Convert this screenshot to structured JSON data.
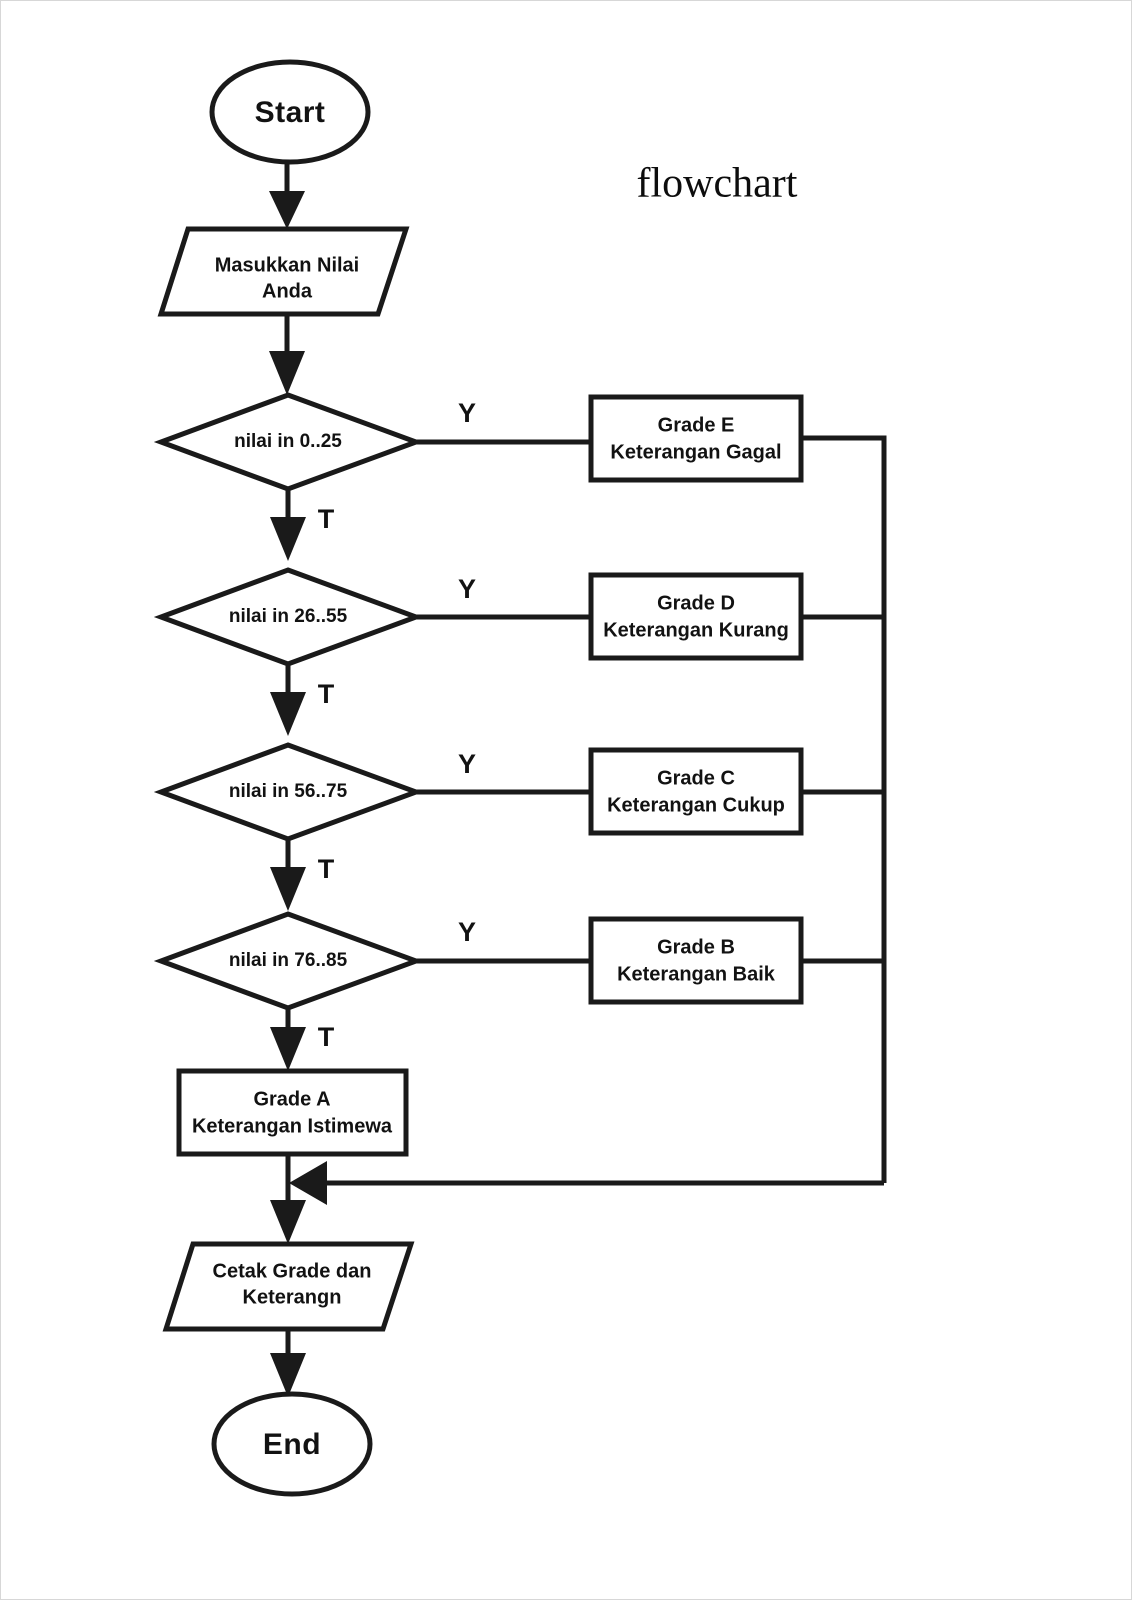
{
  "page": {
    "title": "flowchart",
    "background_color": "#ffffff",
    "line_color": "#1a1a1a",
    "text_color": "#121212",
    "border_color": "#d7d7d7"
  },
  "chart_data": {
    "type": "diagram",
    "diagram_kind": "flowchart",
    "title": "flowchart",
    "nodes": [
      {
        "id": "start",
        "kind": "terminator",
        "label": "Start"
      },
      {
        "id": "input",
        "kind": "input-output",
        "label_line1": "Masukkan Nilai",
        "label_line2": "Anda"
      },
      {
        "id": "dec-e",
        "kind": "decision",
        "label": "nilai in 0..25"
      },
      {
        "id": "dec-d",
        "kind": "decision",
        "label": "nilai in 26..55"
      },
      {
        "id": "dec-c",
        "kind": "decision",
        "label": "nilai in 56..75"
      },
      {
        "id": "dec-b",
        "kind": "decision",
        "label": "nilai in 76..85"
      },
      {
        "id": "grade-e",
        "kind": "process",
        "label_line1": "Grade E",
        "label_line2": "Keterangan Gagal"
      },
      {
        "id": "grade-d",
        "kind": "process",
        "label_line1": "Grade D",
        "label_line2": "Keterangan Kurang"
      },
      {
        "id": "grade-c",
        "kind": "process",
        "label_line1": "Grade C",
        "label_line2": "Keterangan Cukup"
      },
      {
        "id": "grade-b",
        "kind": "process",
        "label_line1": "Grade B",
        "label_line2": "Keterangan Baik"
      },
      {
        "id": "grade-a",
        "kind": "process",
        "label_line1": "Grade A",
        "label_line2": "Keterangan Istimewa"
      },
      {
        "id": "output",
        "kind": "input-output",
        "label_line1": "Cetak Grade dan",
        "label_line2": "Keterangn"
      },
      {
        "id": "end",
        "kind": "terminator",
        "label": "End"
      }
    ],
    "branch_labels": {
      "yes": "Y",
      "no": "T"
    },
    "edges": [
      {
        "from": "start",
        "to": "input",
        "label": ""
      },
      {
        "from": "input",
        "to": "dec-e",
        "label": ""
      },
      {
        "from": "dec-e",
        "to": "grade-e",
        "label": "Y"
      },
      {
        "from": "dec-e",
        "to": "dec-d",
        "label": "T"
      },
      {
        "from": "dec-d",
        "to": "grade-d",
        "label": "Y"
      },
      {
        "from": "dec-d",
        "to": "dec-c",
        "label": "T"
      },
      {
        "from": "dec-c",
        "to": "grade-c",
        "label": "Y"
      },
      {
        "from": "dec-c",
        "to": "dec-b",
        "label": "T"
      },
      {
        "from": "dec-b",
        "to": "grade-b",
        "label": "Y"
      },
      {
        "from": "dec-b",
        "to": "grade-a",
        "label": "T"
      },
      {
        "from": "grade-e",
        "to": "output",
        "label": ""
      },
      {
        "from": "grade-d",
        "to": "output",
        "label": ""
      },
      {
        "from": "grade-c",
        "to": "output",
        "label": ""
      },
      {
        "from": "grade-b",
        "to": "output",
        "label": ""
      },
      {
        "from": "grade-a",
        "to": "output",
        "label": ""
      },
      {
        "from": "output",
        "to": "end",
        "label": ""
      }
    ]
  },
  "labels": {
    "start": "Start",
    "input_l1": "Masukkan Nilai",
    "input_l2": "Anda",
    "dec_e": "nilai in 0..25",
    "dec_d": "nilai in 26..55",
    "dec_c": "nilai in 56..75",
    "dec_b": "nilai in 76..85",
    "grade_e_l1": "Grade E",
    "grade_e_l2": "Keterangan Gagal",
    "grade_d_l1": "Grade D",
    "grade_d_l2": "Keterangan Kurang",
    "grade_c_l1": "Grade C",
    "grade_c_l2": "Keterangan Cukup",
    "grade_b_l1": "Grade B",
    "grade_b_l2": "Keterangan Baik",
    "grade_a_l1": "Grade A",
    "grade_a_l2": "Keterangan Istimewa",
    "output_l1": "Cetak Grade dan",
    "output_l2": "Keterangn",
    "end": "End",
    "y1": "Y",
    "y2": "Y",
    "y3": "Y",
    "y4": "Y",
    "t1": "T",
    "t2": "T",
    "t3": "T",
    "t4": "T"
  }
}
